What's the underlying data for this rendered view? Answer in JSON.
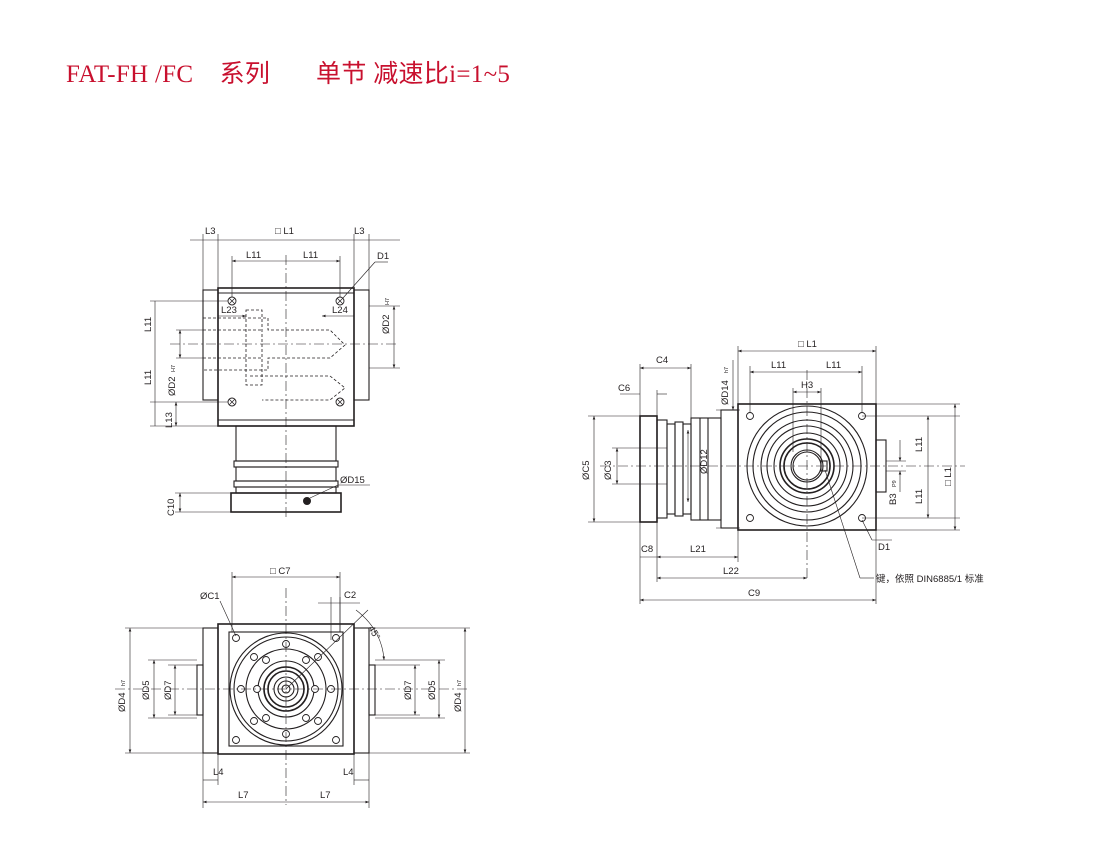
{
  "title": {
    "series": "FAT-FH /FC",
    "suffix": "系列",
    "stage": "单节",
    "ratio": "减速比i=1~5"
  },
  "labels": {
    "sq_l1": "□ L1",
    "l3": "L3",
    "l11": "L11",
    "d1": "D1",
    "l23": "L23",
    "l24": "L24",
    "d2": "ØD2",
    "h7": "H7",
    "l13": "L13",
    "c10": "C10",
    "d15": "ØD15",
    "c4": "C4",
    "c6": "C6",
    "d14": "ØD14",
    "h7_lower": "h7",
    "h3": "H3",
    "c5": "ØC5",
    "c3": "ØC3",
    "d12": "ØD12",
    "b3": "B3",
    "p9": "P9",
    "c8": "C8",
    "l21": "L21",
    "l22": "L22",
    "c9": "C9",
    "key_note": "键，依照 DIN6885/1 标准",
    "sq_c7": "□ C7",
    "c1": "ØC1",
    "c2": "C2",
    "angle": "45°",
    "d4": "ØD4",
    "d5": "ØD5",
    "d7": "ØD7",
    "l4": "L4",
    "l7": "L7"
  }
}
